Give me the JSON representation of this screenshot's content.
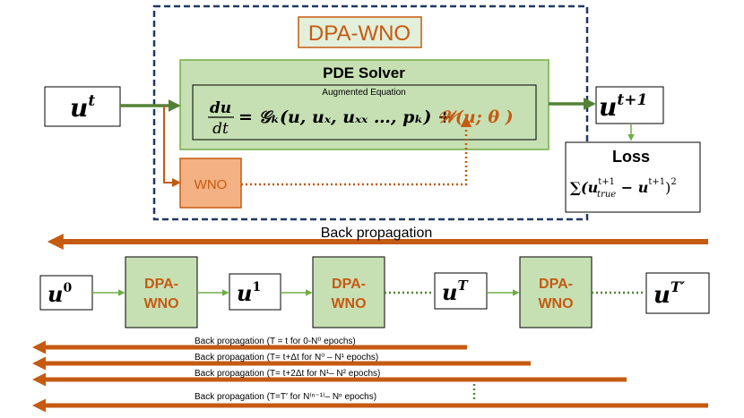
{
  "colors": {
    "orange": "#c55a11",
    "green_fill": "#c6e0b4",
    "green_stroke": "#70ad47",
    "green_arrow": "#548235",
    "navy": "#1f3864",
    "wno_fill": "#f4b183",
    "title_box_fill": "#e2efda"
  },
  "top": {
    "title": "DPA-WNO",
    "solver_title": "PDE Solver",
    "augmented_label": "Augmented Equation",
    "eq_lhs_num": "du",
    "eq_lhs_den": "dt",
    "eq_rhs": "= 𝒢ₖ(u, uₓ, uₓₓ …, pₖ) +",
    "eq_wno_term": "𝒲(u; θ )",
    "input_label": "u",
    "input_sup": "t",
    "output_label": "u",
    "output_sup": "t+1",
    "wno_label": "WNO",
    "loss_title": "Loss",
    "loss_formula": "∑(u",
    "loss_sup": "t+1",
    "loss_sub": "true",
    "loss_rest": " − u",
    "loss_rest_sup": "t+1",
    "loss_close": ")",
    "loss_pow": "2"
  },
  "backprop_label": "Back propagation",
  "bottom": {
    "states": [
      {
        "base": "u",
        "sup": "0"
      },
      {
        "base": "u",
        "sup": "1"
      },
      {
        "base": "u",
        "sup": "T"
      },
      {
        "base": "u",
        "sup": "T′"
      }
    ],
    "block_line1": "DPA-",
    "block_line2": "WNO"
  },
  "backprop_lines": [
    "Back propagation (T = t  for 0-N⁰ epochs)",
    "Back propagation (T= t+Δt  for N⁰ – N¹ epochs)",
    "Back propagation (T= t+2Δt  for  N¹– N² epochs)",
    "Back propagation (T=T′ for  N⁽ⁿ⁻¹⁾– Nⁿ  epochs)"
  ]
}
